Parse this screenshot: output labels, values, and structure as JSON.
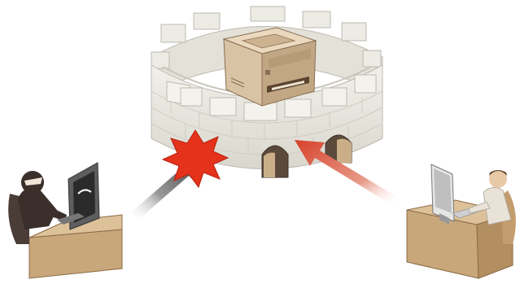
{
  "diagram": {
    "elements": [
      {
        "id": "castle-wall",
        "icon": "castle-wall-icon"
      },
      {
        "id": "printer",
        "icon": "multifunction-printer-icon"
      },
      {
        "id": "attacker",
        "icon": "hacker-at-computer-icon"
      },
      {
        "id": "user",
        "icon": "user-at-computer-icon"
      },
      {
        "id": "blocked-attack",
        "icon": "blocked-arrow-icon"
      },
      {
        "id": "allowed-access",
        "icon": "allowed-arrow-icon"
      },
      {
        "id": "impact",
        "icon": "impact-burst-icon"
      }
    ]
  },
  "colors": {
    "wall_light": "#ecebe4",
    "wall_shadow": "#cfcdc4",
    "printer_body": "#d9c3a5",
    "printer_dark": "#8a6f54",
    "desk": "#c8a77b",
    "desk_dark": "#8b6b47",
    "hacker": "#3a2f2b",
    "attack_arrow": "#4a4a4a",
    "access_arrow": "#d7412a",
    "burst": "#e5321b",
    "monitor": "#6d6d6d"
  }
}
